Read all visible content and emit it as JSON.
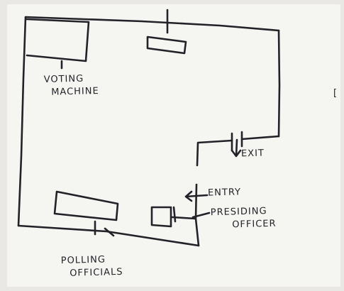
{
  "labels": {
    "voting_machine": [
      "VOTING",
      "MACHINE"
    ],
    "polling_officials": [
      "POLLING",
      "OFFICIALS"
    ],
    "presiding_officer": [
      "PRESIDING",
      "OFFICER"
    ],
    "exit": "EXIT",
    "entry": "ENTRY"
  },
  "edge_mark": "[",
  "colors": {
    "ink": "#222228",
    "paper": "#f5f5f2"
  }
}
